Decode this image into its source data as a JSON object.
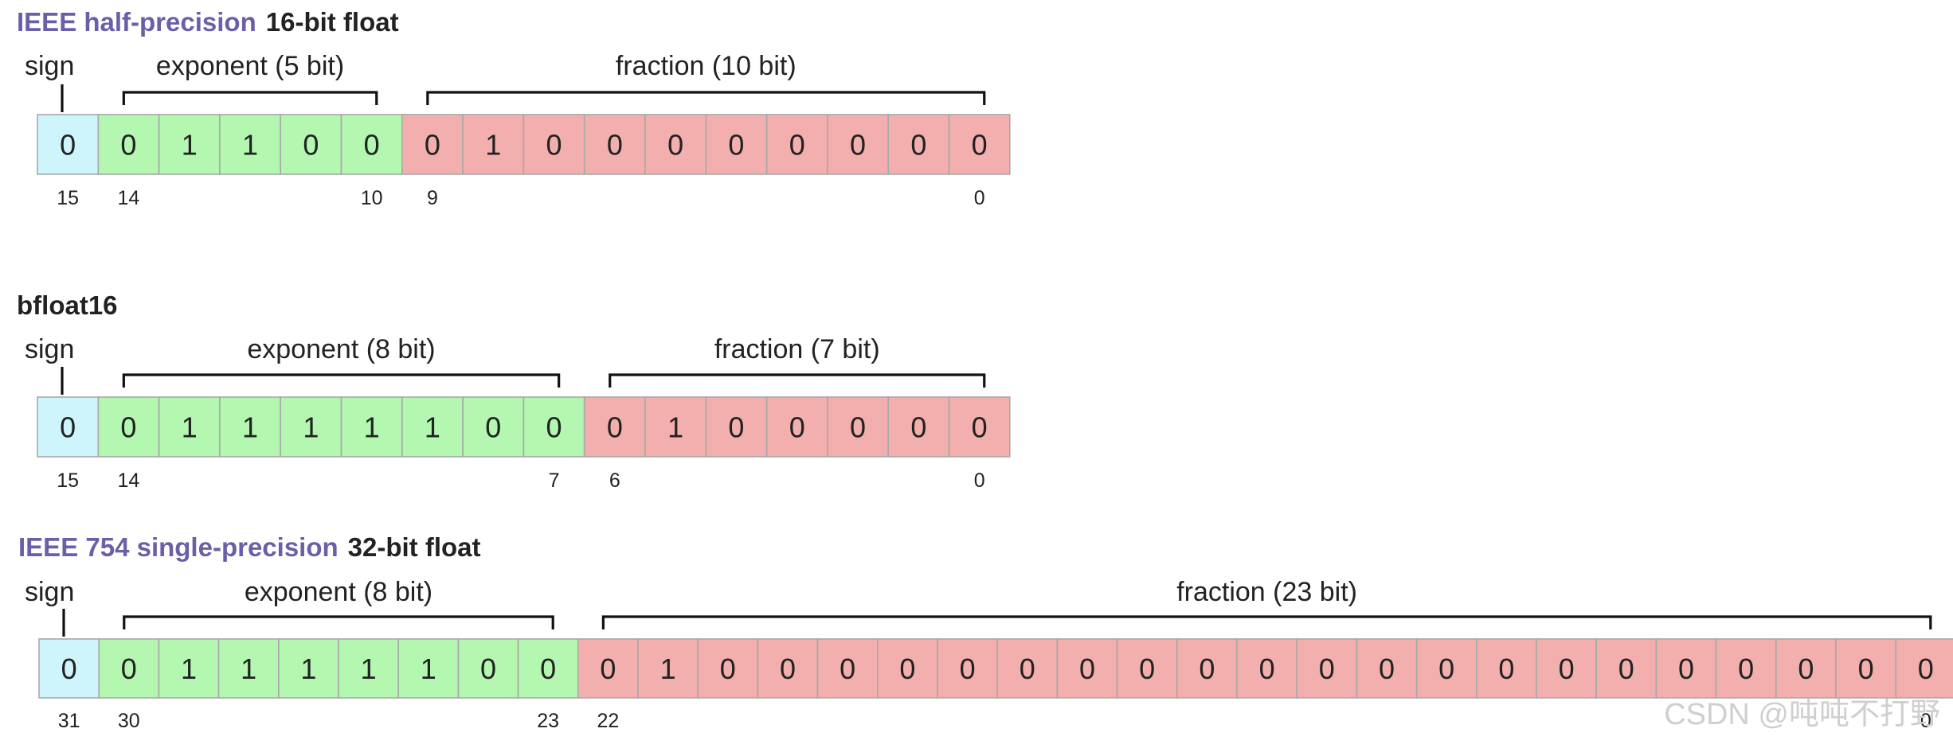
{
  "formats": [
    {
      "id": "half",
      "title_accent": "IEEE half-precision",
      "title_plain": "16-bit float",
      "sign_label": "sign",
      "exponent_label": "exponent (5 bit)",
      "fraction_label": "fraction (10 bit)",
      "total_bits": 16,
      "sign_bits": 1,
      "exponent_bits": 5,
      "fraction_bits": 10,
      "bits": [
        "0",
        "0",
        "1",
        "1",
        "0",
        "0",
        "0",
        "1",
        "0",
        "0",
        "0",
        "0",
        "0",
        "0",
        "0",
        "0"
      ],
      "bit_indices": [
        {
          "pos": 0,
          "text": "15"
        },
        {
          "pos": 1,
          "text": "14"
        },
        {
          "pos": 5,
          "text": "10"
        },
        {
          "pos": 6,
          "text": "9"
        },
        {
          "pos": 15,
          "text": "0"
        }
      ]
    },
    {
      "id": "bfloat16",
      "title_accent": "",
      "title_plain": "bfloat16",
      "sign_label": "sign",
      "exponent_label": "exponent (8 bit)",
      "fraction_label": "fraction (7 bit)",
      "total_bits": 16,
      "sign_bits": 1,
      "exponent_bits": 8,
      "fraction_bits": 7,
      "bits": [
        "0",
        "0",
        "1",
        "1",
        "1",
        "1",
        "1",
        "0",
        "0",
        "0",
        "1",
        "0",
        "0",
        "0",
        "0",
        "0"
      ],
      "bit_indices": [
        {
          "pos": 0,
          "text": "15"
        },
        {
          "pos": 1,
          "text": "14"
        },
        {
          "pos": 8,
          "text": "7"
        },
        {
          "pos": 9,
          "text": "6"
        },
        {
          "pos": 15,
          "text": "0"
        }
      ]
    },
    {
      "id": "single",
      "title_accent": "IEEE 754 single-precision",
      "title_plain": "32-bit float",
      "sign_label": "sign",
      "exponent_label": "exponent (8 bit)",
      "fraction_label": "fraction (23 bit)",
      "total_bits": 32,
      "sign_bits": 1,
      "exponent_bits": 8,
      "fraction_bits": 23,
      "bits": [
        "0",
        "0",
        "1",
        "1",
        "1",
        "1",
        "1",
        "0",
        "0",
        "0",
        "1",
        "0",
        "0",
        "0",
        "0",
        "0",
        "0",
        "0",
        "0",
        "0",
        "0",
        "0",
        "0",
        "0",
        "0",
        "0",
        "0",
        "0",
        "0",
        "0",
        "0",
        "0"
      ],
      "bit_indices": [
        {
          "pos": 0,
          "text": "31"
        },
        {
          "pos": 1,
          "text": "30"
        },
        {
          "pos": 8,
          "text": "23"
        },
        {
          "pos": 9,
          "text": "22"
        },
        {
          "pos": 31,
          "text": "0"
        }
      ]
    }
  ],
  "colors": {
    "sign": "#cdf5fb",
    "exponent": "#b3f7b1",
    "fraction": "#f3aeae",
    "title_accent": "#6a5fa8"
  },
  "watermark": "CSDN @吨吨不打野"
}
